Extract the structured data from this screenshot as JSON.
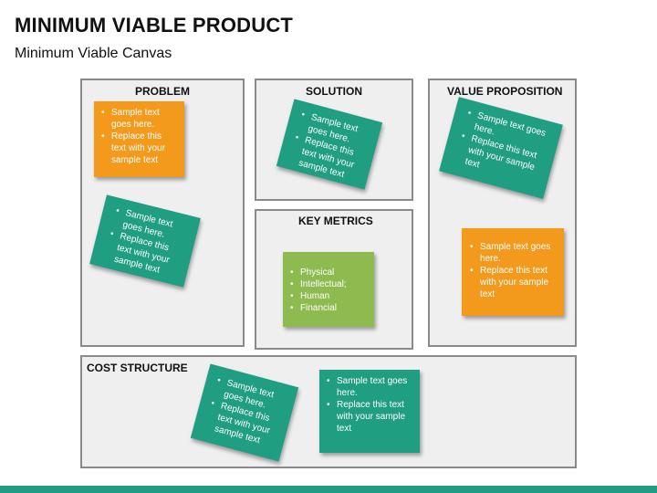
{
  "header": {
    "title": "MINIMUM VIABLE PRODUCT",
    "subtitle": "Minimum Viable Canvas"
  },
  "sections": {
    "problem": "PROBLEM",
    "solution": "SOLUTION",
    "value_proposition": "VALUE PROPOSITION",
    "key_metrics": "KEY METRICS",
    "cost_structure": "COST STRUCTURE"
  },
  "notes": {
    "problem_1": {
      "color": "#f39a1d",
      "items": [
        "Sample text goes here.",
        "Replace this text with your sample text"
      ]
    },
    "problem_2": {
      "color": "#1f9e82",
      "items": [
        "Sample text goes here.",
        "Replace this text with your sample text"
      ]
    },
    "solution_1": {
      "color": "#1f9e82",
      "items": [
        "Sample text goes here.",
        "Replace this text with your sample text"
      ]
    },
    "value_1": {
      "color": "#1f9e82",
      "items": [
        "Sample text goes here.",
        "Replace this text with your sample text"
      ]
    },
    "value_2": {
      "color": "#f39a1d",
      "items": [
        "Sample text goes here.",
        "Replace this text with your sample text"
      ]
    },
    "metrics_1": {
      "color": "#8dbb4f",
      "items": [
        "Physical",
        "Intellectual;",
        "Human",
        "Financial"
      ]
    },
    "cost_1": {
      "color": "#1f9e82",
      "items": [
        "Sample text goes here.",
        "Replace this text with your sample text"
      ]
    },
    "cost_2": {
      "color": "#1f9e82",
      "items": [
        "Sample text goes here.",
        "Replace this text with your sample text"
      ]
    }
  },
  "theme": {
    "accent": "#1f9e82"
  }
}
